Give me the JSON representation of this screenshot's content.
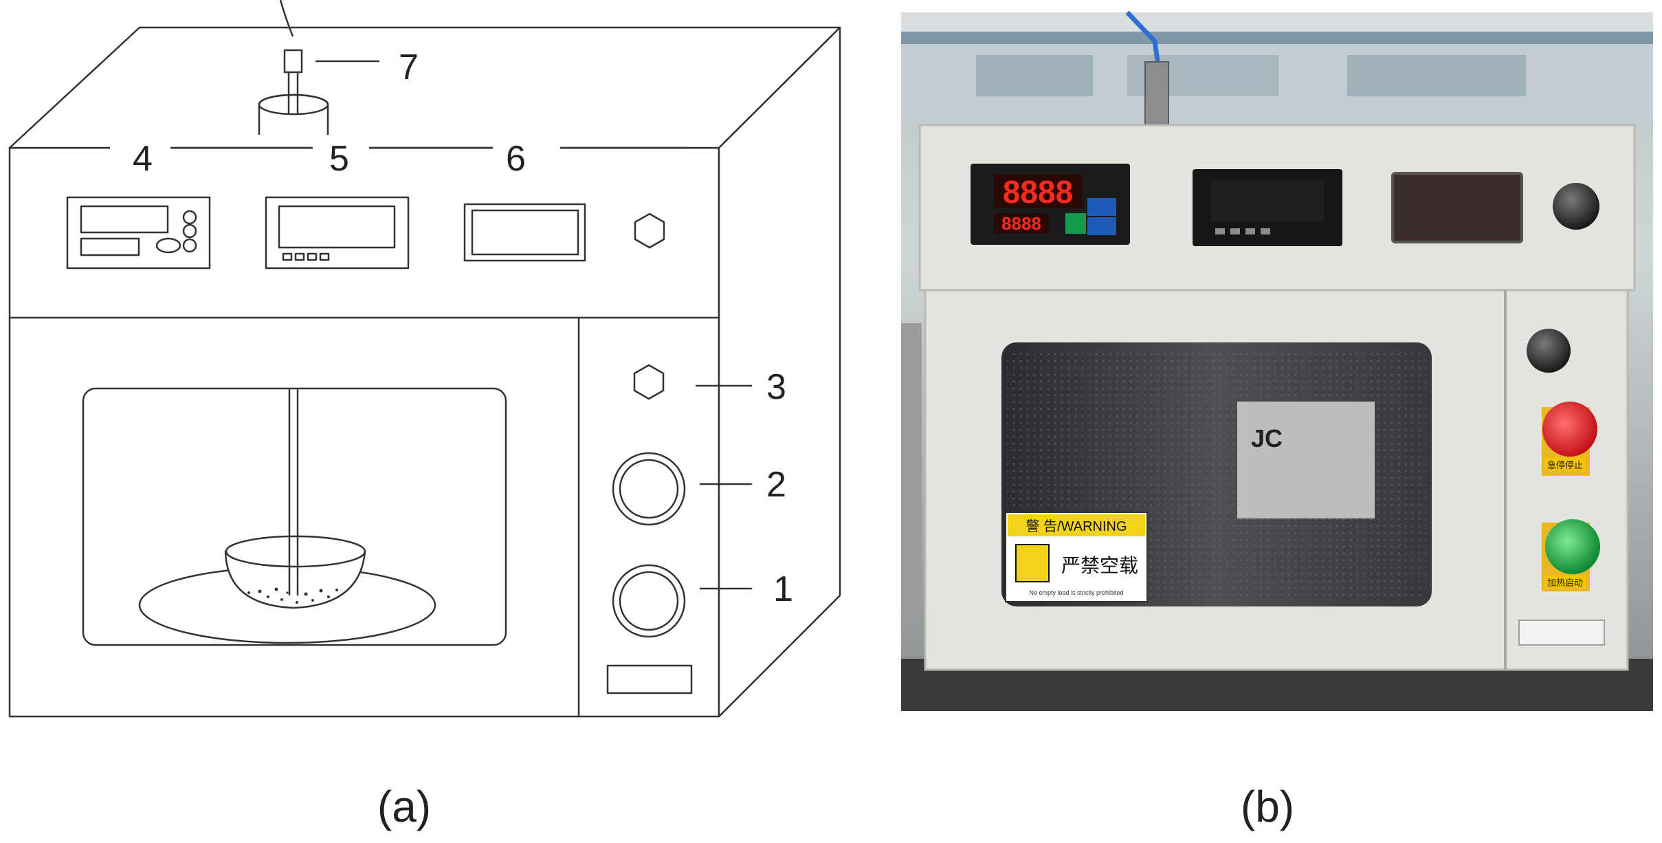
{
  "panels": {
    "a": {
      "caption": "(a)"
    },
    "b": {
      "caption": "(b)"
    }
  },
  "callouts": {
    "c1": "1",
    "c2": "2",
    "c3": "3",
    "c4": "4",
    "c5": "5",
    "c6": "6",
    "c7": "7"
  },
  "photo": {
    "display_main": "8888",
    "display_sub": "8888",
    "warning_header": "警 告/WARNING",
    "warning_main": "严禁空载",
    "warning_small": "No empty load is strictly prohibited",
    "stop_label": "急停停止",
    "start_label": "加热启动",
    "door_brand": "JC"
  },
  "colors": {
    "line": "#333333",
    "cabinet": "#e4e3de",
    "warning_yellow": "#f2d31b",
    "red_button": "#e0242c",
    "green_button": "#1cab46",
    "display_red": "#ff2a1f"
  }
}
